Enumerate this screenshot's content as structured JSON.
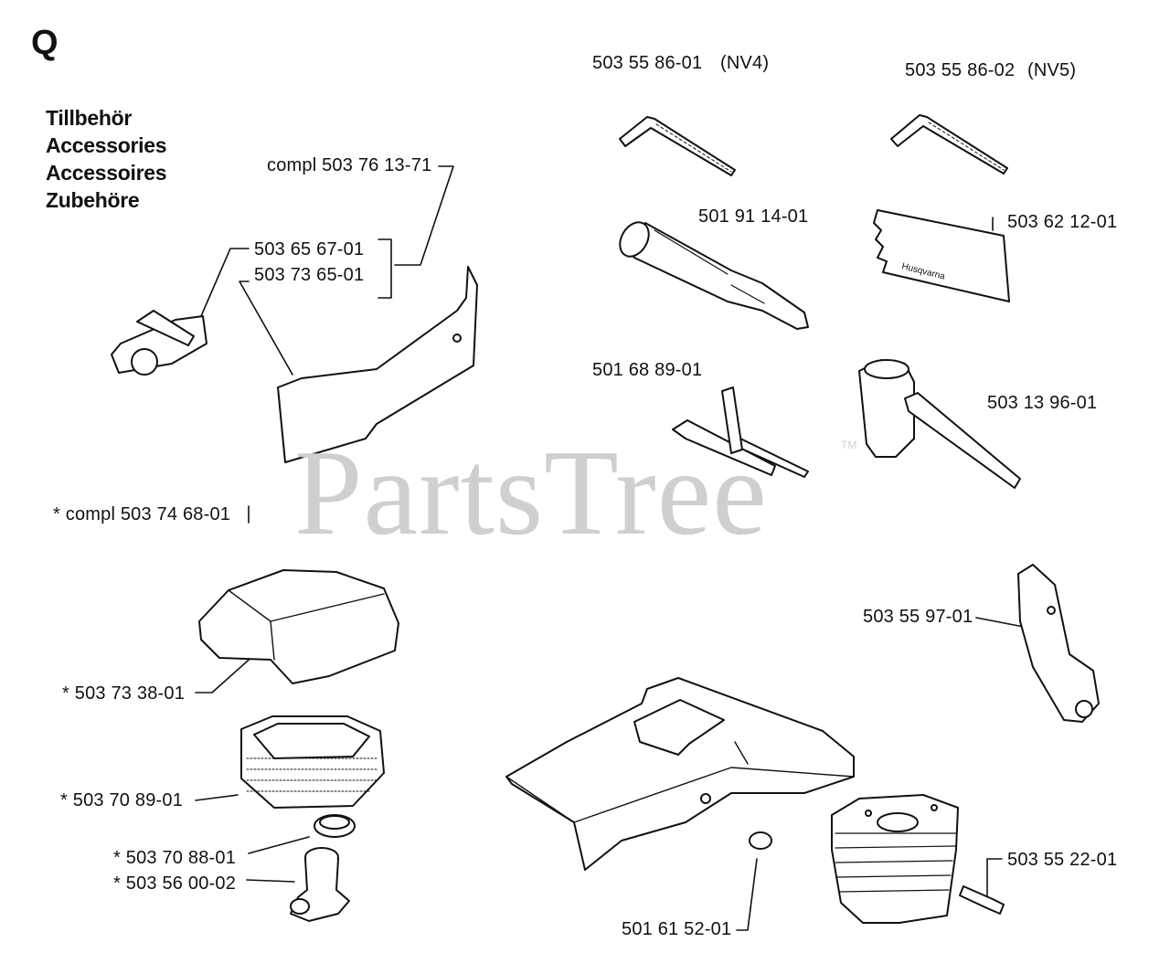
{
  "section_letter": "Q",
  "titles": [
    "Tillbehör",
    "Accessories",
    "Accessoires",
    "Zubehöre"
  ],
  "watermark": {
    "brand": "PartsTree",
    "tm": "TM"
  },
  "labels": {
    "compl_cover": "compl 503 76 13-71",
    "part_503656701": "503 65 67-01",
    "part_503736501": "503 73 65-01",
    "part_503558601": "503 55 86-01",
    "nv4": "(NV4)",
    "part_503558602": "503 55 86-02",
    "nv5": "(NV5)",
    "part_501911401": "501 91 14-01",
    "part_503621201": "503 62 12-01",
    "part_501688901": "501 68 89-01",
    "part_503139601": "503 13 96-01",
    "compl_filter": "* compl 503 74 68-01",
    "part_503559701": "503 55 97-01",
    "part_503733801": "* 503 73 38-01",
    "part_503708901": "* 503 70 89-01",
    "part_503708801": "* 503 70 88-01",
    "part_503560002": "* 503 56 00-02",
    "part_503552201": "503 55 22-01",
    "part_501615201": "501 61 52-01",
    "brand_on_guard": "Husqvarna"
  },
  "icons": [
    "hex-key-icon",
    "hex-key-icon",
    "file-holder-icon",
    "bar-guard-icon",
    "t-wrench-icon",
    "combination-wrench-icon",
    "muffler-plate-icon",
    "filter-cover-icon",
    "air-filter-icon",
    "filter-adapter-icon",
    "carburetor-intake-icon",
    "cylinder-cover-icon",
    "plug-icon",
    "cylinder-icon",
    "screw-icon",
    "chain-catcher-icon",
    "lever-icon"
  ]
}
